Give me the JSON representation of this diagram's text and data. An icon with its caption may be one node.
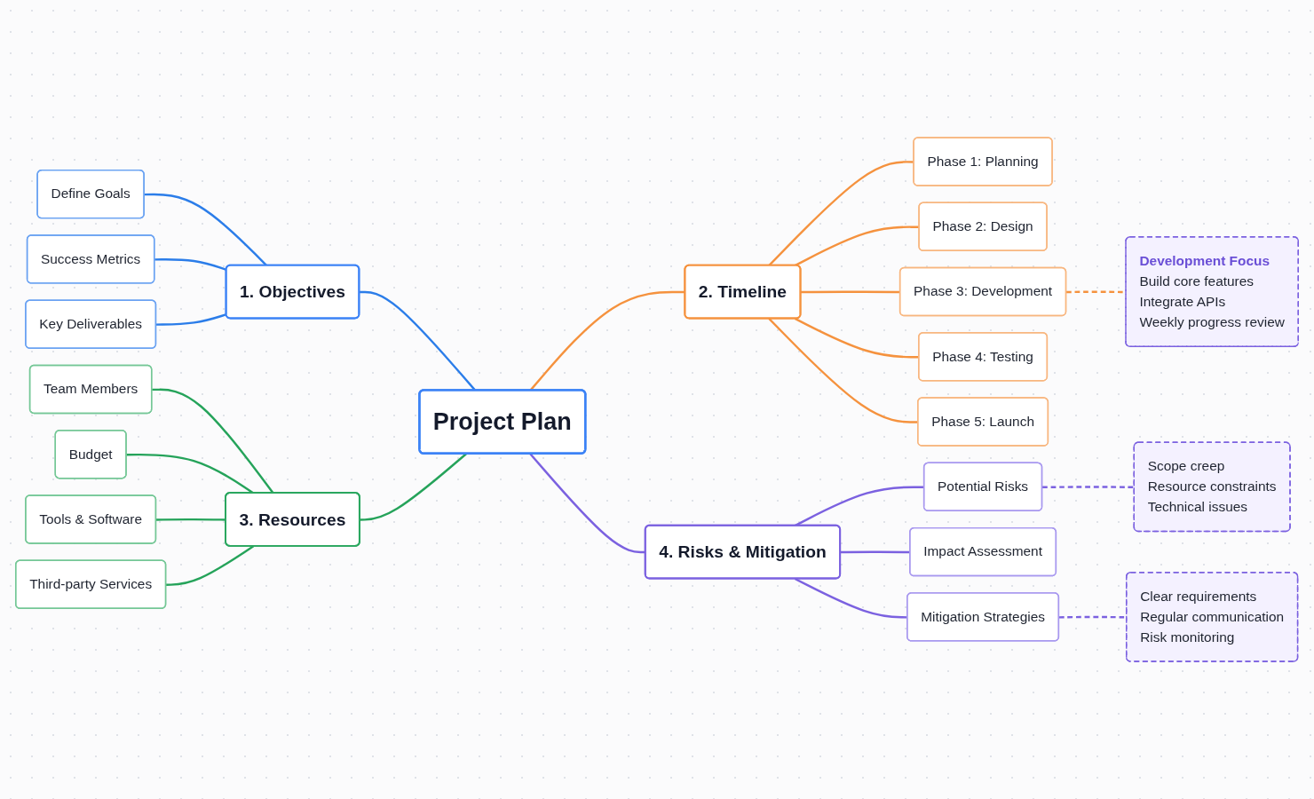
{
  "diagram": {
    "nodes": [
      {
        "text": [
          "Project Plan"
        ]
      },
      {
        "text": [
          "1. Objectives"
        ]
      },
      {
        "text": [
          "Define Goals"
        ]
      },
      {
        "text": [
          "Success Metrics"
        ]
      },
      {
        "text": [
          "Key Deliverables"
        ]
      },
      {
        "text": [
          "2. Timeline"
        ]
      },
      {
        "text": [
          "Phase 1: Planning"
        ]
      },
      {
        "text": [
          "Phase 2: Design"
        ]
      },
      {
        "text": [
          "Phase 3: Development"
        ]
      },
      {
        "text": [
          "Phase 4: Testing"
        ]
      },
      {
        "text": [
          "Phase 5: Launch"
        ]
      },
      {
        "text": [
          "Development Focus",
          "Build core features",
          "Integrate APIs",
          "Weekly progress review"
        ]
      },
      {
        "text": [
          "3. Resources"
        ]
      },
      {
        "text": [
          "Team Members"
        ]
      },
      {
        "text": [
          "Budget"
        ]
      },
      {
        "text": [
          "Tools & Software"
        ]
      },
      {
        "text": [
          "Third-party Services"
        ]
      },
      {
        "text": [
          "4. Risks & Mitigation"
        ]
      },
      {
        "text": [
          "Potential Risks"
        ]
      },
      {
        "text": [
          "Impact Assessment"
        ]
      },
      {
        "text": [
          "Mitigation Strategies"
        ]
      },
      {
        "text": [
          "Scope creep",
          "Resource constraints",
          "Technical issues"
        ]
      },
      {
        "text": [
          "Clear requirements",
          "Regular communication",
          "Risk monitoring"
        ]
      }
    ],
    "edges": [
      {
        "from": 1,
        "to": 0,
        "arrow": "none",
        "color": "#2b7de9"
      },
      {
        "from": 2,
        "to": 1,
        "arrow": "none",
        "color": "#2b7de9"
      },
      {
        "from": 3,
        "to": 1,
        "arrow": "none",
        "color": "#2b7de9"
      },
      {
        "from": 4,
        "to": 1,
        "arrow": "none",
        "color": "#2b7de9"
      },
      {
        "from": 0,
        "to": 5,
        "arrow": "none",
        "color": "#f5923e"
      },
      {
        "from": 5,
        "to": 6,
        "arrow": "none",
        "color": "#f5923e"
      },
      {
        "from": 5,
        "to": 7,
        "arrow": "none",
        "color": "#f5923e"
      },
      {
        "from": 5,
        "to": 8,
        "arrow": "none",
        "color": "#f5923e"
      },
      {
        "from": 5,
        "to": 9,
        "arrow": "none",
        "color": "#f5923e"
      },
      {
        "from": 5,
        "to": 10,
        "arrow": "none",
        "color": "#f5923e"
      },
      {
        "from": 8,
        "to": 11,
        "arrow": "none",
        "style": "dashed",
        "color": "#f5923e"
      },
      {
        "from": 12,
        "to": 0,
        "arrow": "none",
        "color": "#25a35a"
      },
      {
        "from": 13,
        "to": 12,
        "arrow": "none",
        "color": "#25a35a"
      },
      {
        "from": 14,
        "to": 12,
        "arrow": "none",
        "color": "#25a35a"
      },
      {
        "from": 15,
        "to": 12,
        "arrow": "none",
        "color": "#25a35a"
      },
      {
        "from": 16,
        "to": 12,
        "arrow": "none",
        "color": "#25a35a"
      },
      {
        "from": 0,
        "to": 17,
        "arrow": "none",
        "color": "#7b61e0"
      },
      {
        "from": 17,
        "to": 18,
        "arrow": "none",
        "color": "#7b61e0"
      },
      {
        "from": 17,
        "to": 19,
        "arrow": "none",
        "color": "#7b61e0"
      },
      {
        "from": 17,
        "to": 20,
        "arrow": "none",
        "color": "#7b61e0"
      },
      {
        "from": 18,
        "to": 21,
        "arrow": "none",
        "style": "dashed",
        "color": "#7b61e0"
      },
      {
        "from": 20,
        "to": 22,
        "arrow": "none",
        "style": "dashed",
        "color": "#7b61e0"
      }
    ]
  }
}
